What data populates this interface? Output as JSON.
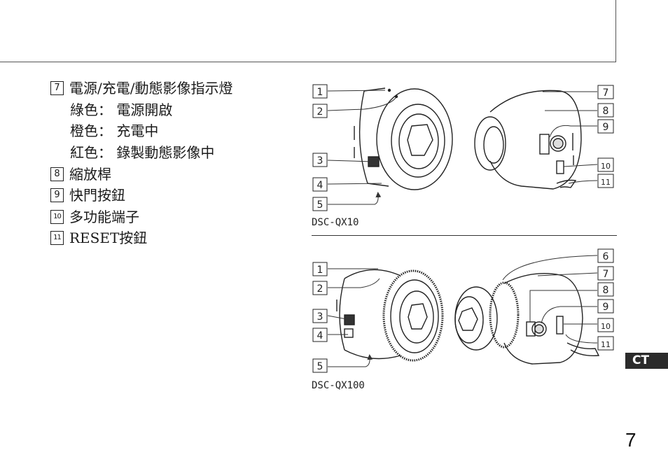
{
  "legend": [
    {
      "num": "7",
      "text": "電源/充電/動態影像指示燈"
    },
    {
      "num": "",
      "text": "綠色： 電源開啟"
    },
    {
      "num": "",
      "text": "橙色： 充電中"
    },
    {
      "num": "",
      "text": "紅色： 錄製動態影像中"
    },
    {
      "num": "8",
      "text": "縮放桿"
    },
    {
      "num": "9",
      "text": "快門按鈕"
    },
    {
      "num": "10",
      "text": "多功能端子"
    },
    {
      "num": "11",
      "text": "RESET按鈕"
    }
  ],
  "figures": {
    "qx10_caption": "DSC-QX10",
    "qx100_caption": "DSC-QX100",
    "qx10_left_callouts": [
      "1",
      "2",
      "3",
      "4",
      "5"
    ],
    "qx10_right_callouts": [
      "7",
      "8",
      "9",
      "10",
      "11"
    ],
    "qx100_left_callouts": [
      "1",
      "2",
      "3",
      "4",
      "5"
    ],
    "qx100_right_callouts": [
      "6",
      "7",
      "8",
      "9",
      "10",
      "11"
    ]
  },
  "tab": {
    "label": "CT"
  },
  "page": {
    "number": "7"
  }
}
